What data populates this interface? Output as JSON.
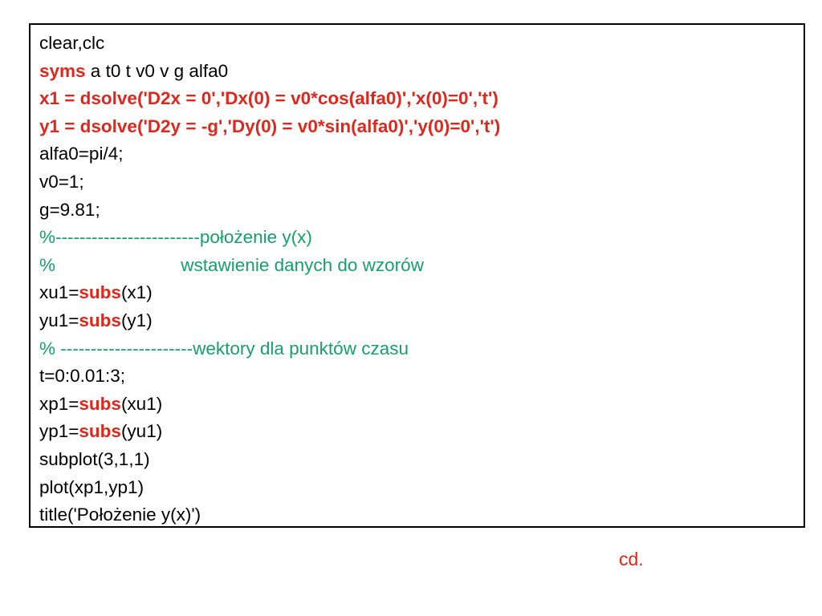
{
  "code": {
    "line1": "clear,clc",
    "line2_keyword": "syms",
    "line2_rest": " a t0 t v0 v g alfa0",
    "line3": "x1 = dsolve('D2x = 0','Dx(0) = v0*cos(alfa0)','x(0)=0','t')",
    "line4": "y1 = dsolve('D2y = -g','Dy(0) = v0*sin(alfa0)','y(0)=0','t')",
    "line5": "alfa0=pi/4;",
    "line6": "v0=1;",
    "line7": "g=9.81;",
    "line8": "%------------------------położenie y(x)",
    "line9": "%                         wstawienie danych do wzorów",
    "line10_pre": "xu1=",
    "line10_kw": "subs",
    "line10_post": "(x1)",
    "line11_pre": "yu1=",
    "line11_kw": "subs",
    "line11_post": "(y1)",
    "line12": "% ----------------------wektory dla punktów czasu",
    "line13": "t=0:0.01:3;",
    "line14_pre": "xp1=",
    "line14_kw": "subs",
    "line14_post": "(xu1)",
    "line15_pre": "yp1=",
    "line15_kw": "subs",
    "line15_post": "(yu1)",
    "line16": "subplot(3,1,1)",
    "line17": "plot(xp1,yp1)",
    "line18": "title('Położenie y(x)')"
  },
  "footer": {
    "continued_label": "cd."
  },
  "colors": {
    "keyword_red": "#e1261c",
    "comment_green": "#15a06a",
    "text_black": "#000000"
  }
}
